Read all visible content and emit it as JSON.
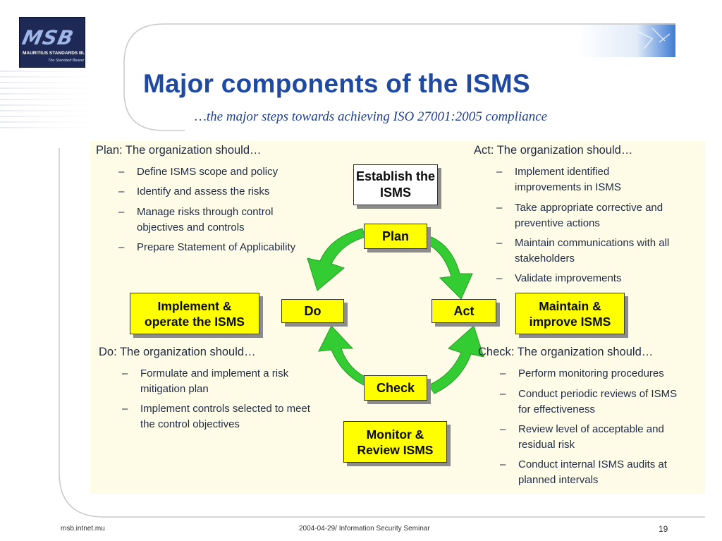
{
  "header": {
    "logo_alt": "MSB — Mauritius Standards Bureau",
    "logo_letters": "MSB",
    "logo_subtitle": "MAURITIUS STANDARDS BUREAU",
    "logo_tagline": "The Standard Bearer"
  },
  "title": "Major components of the ISMS",
  "subtitle": "…the major steps towards achieving ISO 27001:2005 compliance",
  "plan": {
    "heading": "Plan: The organization should…",
    "items": [
      "Define ISMS scope and policy",
      "Identify and assess the risks",
      "Manage risks through control objectives and controls",
      "Prepare Statement of Applicability"
    ]
  },
  "act": {
    "heading": "Act: The organization should…",
    "items": [
      "Implement identified improvements in ISMS",
      "Take appropriate corrective and preventive actions",
      "Maintain communications with all stakeholders",
      "Validate improvements"
    ]
  },
  "do": {
    "heading": "Do: The organization should…",
    "items": [
      "Formulate and implement a risk mitigation plan",
      "Implement controls selected to meet the control objectives"
    ]
  },
  "check": {
    "heading": "Check: The organization should…",
    "items": [
      "Perform monitoring procedures",
      "Conduct periodic reviews of ISMS for effectiveness",
      "Review level of acceptable and residual risk",
      "Conduct internal ISMS audits at planned intervals"
    ]
  },
  "diagram": {
    "establish": "Establish the ISMS",
    "plan": "Plan",
    "do": "Do",
    "act": "Act",
    "check": "Check",
    "implement": "Implement & operate the ISMS",
    "maintain": "Maintain & improve ISMS",
    "monitor": "Monitor & Review ISMS"
  },
  "footer": {
    "left": "msb.intnet.mu",
    "center": "2004-04-29/ Information Security Seminar",
    "page": "19"
  },
  "colors": {
    "title": "#1f4aa3",
    "box": "#ffff00",
    "arrow": "#33cc33",
    "panel": "#fefce7"
  }
}
